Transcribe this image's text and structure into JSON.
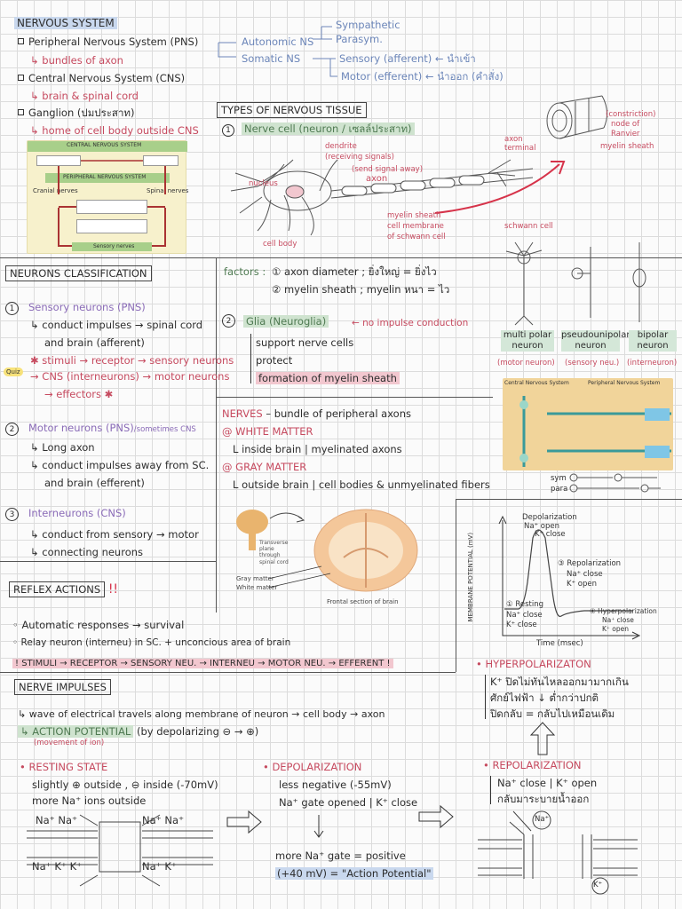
{
  "nervous_system": {
    "title": "NERVOUS SYSTEM",
    "pns": "Peripheral Nervous System (PNS)",
    "pns_note": "↳ bundles of axon",
    "cns": "Central Nervous System (CNS)",
    "cns_note": "↳ brain & spinal cord",
    "ganglion": "Ganglion (ปมประสาท)",
    "ganglion_note": "↳ home of cell body outside CNS",
    "autonomic": "Autonomic NS",
    "somatic": "Somatic NS",
    "sympathetic": "Sympathetic",
    "parasym": "Parasym.",
    "sensory": "Sensory (afferent) ← นำเข้า",
    "motor": "Motor (efferent) ← นำออก (คำสั่ง)"
  },
  "cns_diagram": {
    "top": "CENTRAL NERVOUS SYSTEM",
    "middle": "PERIPHERAL NERVOUS SYSTEM",
    "left": "Cranial nerves",
    "right": "Spinal nerves",
    "bottom": "Sensory nerves"
  },
  "tissue": {
    "title": "TYPES OF NERVOUS TISSUE",
    "num1": "1",
    "nerve_cell": "Nerve cell (neuron / เซลล์ประสาท)",
    "dendrite": "dendrite",
    "dendrite_note": "(receiving signals)",
    "send_note": "(send signal away)",
    "axon": "axon",
    "nucleus": "nucleus",
    "cell_body": "cell body",
    "myelin": "myelin sheath",
    "myelin_note1": "cell membrane",
    "myelin_note2": "of schwann cell",
    "schwann": "schwann cell",
    "axon_terminal": "axon terminal",
    "ranvier1": "(constriction)",
    "ranvier2": "node of",
    "ranvier3": "Ranvier",
    "myelin_sheath2": "myelin sheath"
  },
  "neurons": {
    "title": "NEURONS CLASSIFICATION",
    "n1": "1",
    "sensory": "Sensory neurons (PNS)",
    "s1": "↳ conduct impulses → spinal cord",
    "s2": "and brain (afferent)",
    "s3": "✱ stimuli → receptor → sensory neurons",
    "s4": "→ CNS (interneurons) → motor neurons",
    "s5": "→ effectors ✱",
    "quiz": "Quiz",
    "n2": "2",
    "motor": "Motor neurons (PNS)",
    "motor_note": "/sometimes CNS",
    "m1": "↳ Long axon",
    "m2": "↳ conduct impulses away from SC.",
    "m3": "and brain (efferent)",
    "n3": "3",
    "inter": "Interneurons (CNS)",
    "i1": "↳ conduct from sensory → motor",
    "i2": "↳ connecting neurons"
  },
  "factors": {
    "label": "factors :",
    "f1": "① axon diameter ; ยิ่งใหญ่ = ยิ่งไว",
    "f2": "② myelin sheath ; myelin หนา = ไว"
  },
  "glia": {
    "num": "2",
    "title": "Glia (Neuroglia)",
    "note": "← no impulse conduction",
    "g1": "support nerve cells",
    "g2": "protect",
    "g3": "formation of myelin sheath"
  },
  "neuron_types": {
    "multi": "multi polar neuron",
    "pseudo": "pseudounipolar neuron",
    "bipolar": "bipolar neuron",
    "multi_note": "(motor neuron)",
    "pseudo_note": "(sensory neu.)",
    "bipolar_note": "(interneuron)"
  },
  "nerves": {
    "title": "NERVES",
    "desc": "– bundle of peripheral axons",
    "white": "@ WHITE MATTER",
    "white_desc": "L inside brain | myelinated axons",
    "gray": "@ GRAY MATTER",
    "gray_desc": "L outside brain | cell bodies & unmyelinated fibers",
    "gray_label": "Gray matter",
    "white_label": "White matter",
    "section": "Frontal section of brain",
    "transverse": "Transverse plane through spinal cord"
  },
  "pathway_diagram": {
    "cns": "Central Nervous System",
    "pns": "Peripheral Nervous System",
    "sym": "sym",
    "para": "para"
  },
  "graph": {
    "ylabel": "MEMBRANE POTENTIAL (mV)",
    "xlabel": "Time (msec)",
    "depol1": "Depolarization",
    "depol2": "Na⁺ open",
    "depol3": "K⁺ close",
    "repol1": "③ Repolarization",
    "repol2": "Na⁺ close",
    "repol3": "K⁺ open",
    "rest1": "① Resting",
    "rest2": "Na⁺ close",
    "rest3": "K⁺ close",
    "hyper1": "④ Hyperpolarization",
    "hyper2": "Na⁺ close",
    "hyper3": "K⁺ open"
  },
  "reflex": {
    "title": "REFLEX ACTIONS",
    "mark": "!!",
    "r1": "◦ Automatic responses → survival",
    "r2": "◦ Relay neuron (interneu) in SC. + unconcious area of brain",
    "chain": "! STIMULI → RECEPTOR → SENSORY NEU. → INTERNEU → MOTOR NEU. → EFFERENT !"
  },
  "impulses": {
    "title": "NERVE IMPULSES",
    "l1": "↳ wave of electrical travels along membrane of neuron → cell body → axon",
    "l2": "↳ ACTION POTENTIAL",
    "l2b": "(by depolarizing ⊖ → ⊕)",
    "l2c": "(movement of ion)"
  },
  "hyper": {
    "title": "• HYPERPOLARIZATON",
    "h1": "K⁺ ปิดไม่ทันไหลออกมามากเกิน",
    "h2": "ศักย์ไฟฟ้า ↓ ต่ำกว่าปกติ",
    "h3": "ปิดกลับ = กลับไปเหมือนเดิม"
  },
  "resting": {
    "title": "• RESTING STATE",
    "r1": "slightly ⊕ outside , ⊖ inside (-70mV)",
    "r2": "more Na⁺ ions outside",
    "na1": "Na⁺ Na⁺",
    "na2": "Na⁺ Na⁺",
    "k1": "Na⁺ K⁺ K⁺",
    "k2": "Na⁺ K⁺"
  },
  "depol": {
    "title": "• DEPOLARIZATION",
    "d1": "less negative (-55mV)",
    "d2": "Na⁺ gate opened | K⁺ close",
    "d3": "more Na⁺ gate = positive",
    "d4": "(+40 mV) = \"Action Potential\""
  },
  "repol": {
    "title": "• REPOLARIZATION",
    "r1": "Na⁺ close | K⁺ open",
    "r2": "กลับมาระบายน้ำออก",
    "na": "Na⁺",
    "k": "K⁺"
  }
}
